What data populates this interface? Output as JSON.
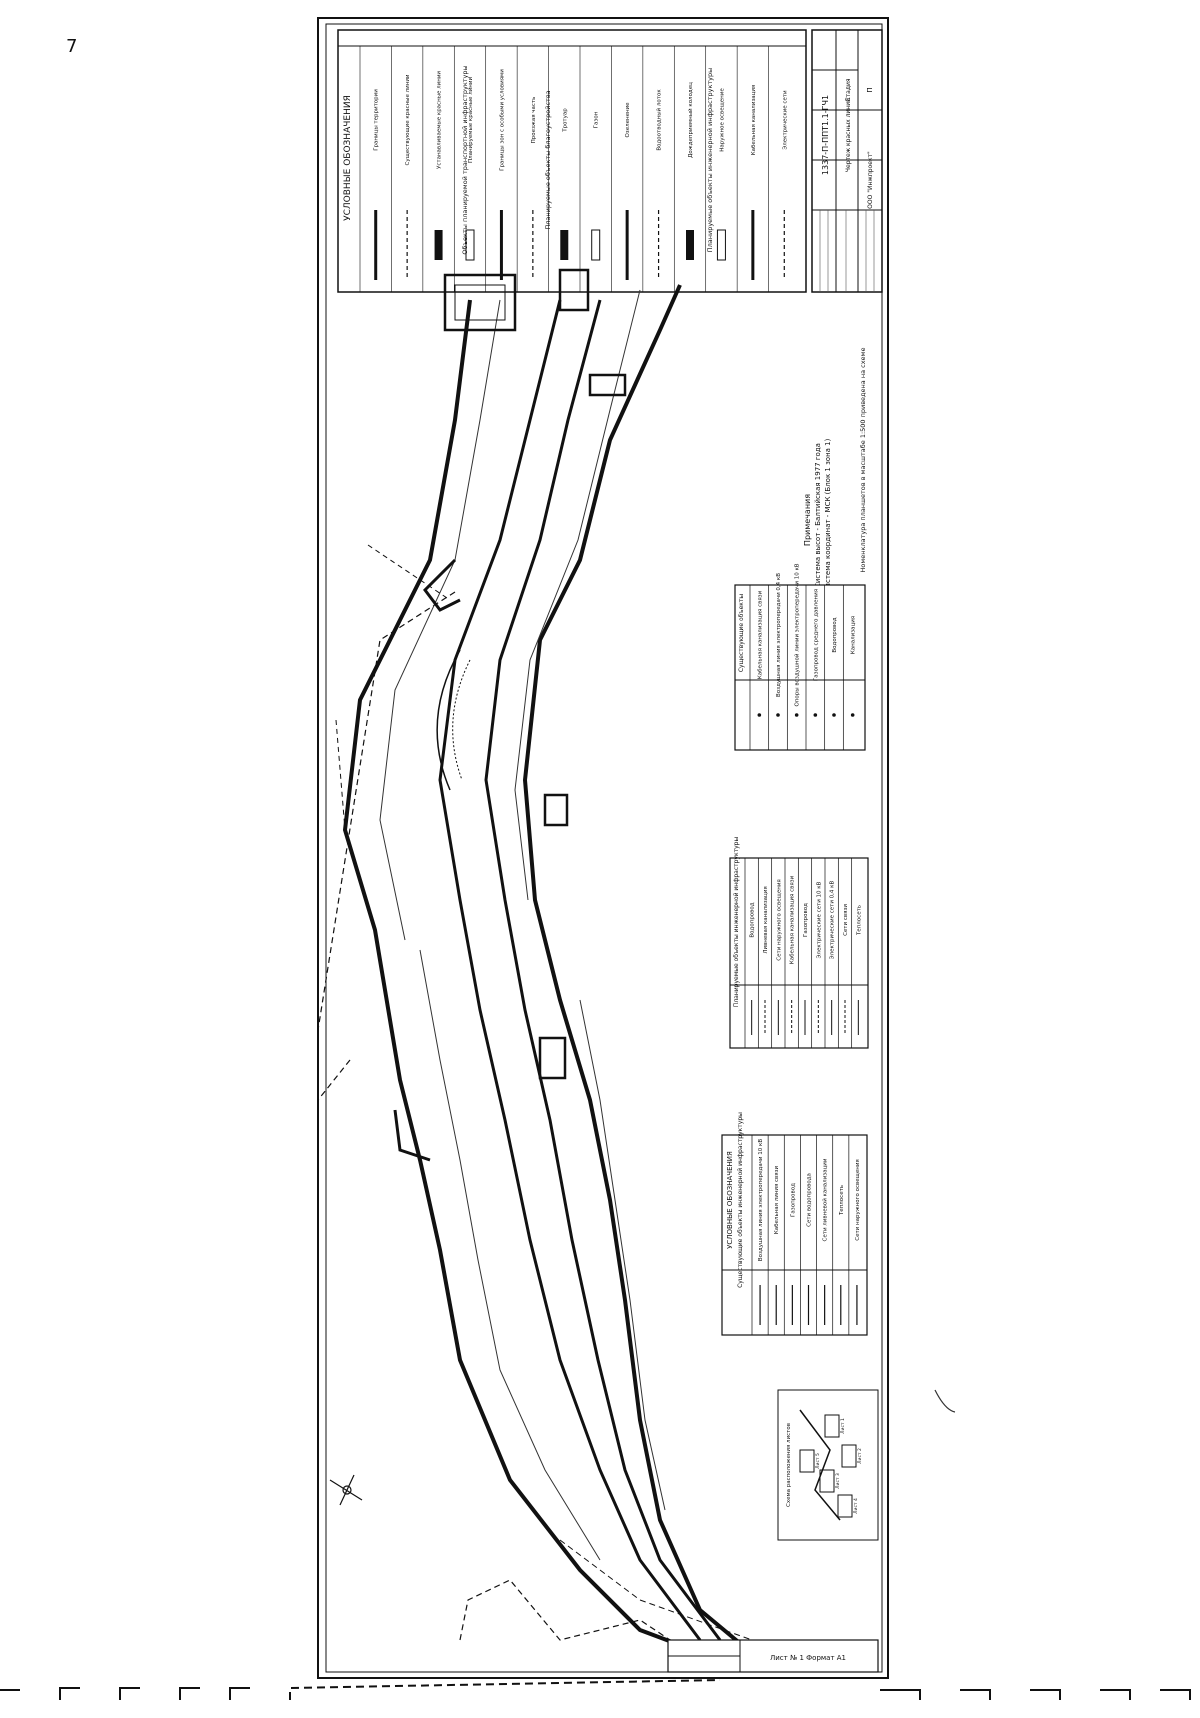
{
  "page": {
    "corner_mark": "7"
  },
  "legend_main": {
    "title": "УСЛОВНЫЕ ОБОЗНАЧЕНИЯ",
    "sections": [
      "Объекты планируемой транспортной инфраструктуры",
      "Планируемые объекты благоустройства",
      "Планируемые объекты инженерной инфраструктуры"
    ],
    "items": [
      "Границы территории",
      "Существующие красные линии",
      "Устанавливаемые красные линии",
      "Планируемые красные линии",
      "Границы зон с особыми условиями",
      "Проезжая часть",
      "Тротуар",
      "Газон",
      "Озеленение",
      "Водоотводный лоток",
      "Дождеприемный колодец",
      "Наружное освещение",
      "Кабельная канализация",
      "Электрические сети"
    ]
  },
  "stamp": {
    "code": "1337-П-ППТ1.1-ГЧ1",
    "sheet_label": "Стадия",
    "sheet_no": "П",
    "title": "Чертеж красных линий",
    "org": "ООО \"Инжпроект\""
  },
  "notes": {
    "heading": "Примечания",
    "lines": [
      "1. Система высот - Балтийская 1977 года",
      "2. Система координат - МСК (Блок 1 зона 1)"
    ],
    "footer": "Номенклатура планшетов в масштабе 1:500 приведена на схеме"
  },
  "legend_existing": {
    "title": "Существующие объекты",
    "rows": [
      "Кабельная канализация связи",
      "Воздушная линия электропередачи 0,4 кВ",
      "Опоры воздушной линии электропередачи 10 кВ",
      "Газопровод среднего давления",
      "Водопровод",
      "Канализация"
    ]
  },
  "legend_planned": {
    "title": "Планируемые объекты инженерной инфраструктуры",
    "rows": [
      "Водопровод",
      "Ливневая канализация",
      "Сети наружного освещения",
      "Кабельная канализация связи",
      "Газопровод",
      "Электрические сети 10 кВ",
      "Электрические сети 0,4 кВ",
      "Сети связи",
      "Теплосеть"
    ]
  },
  "legend_reconstruct": {
    "title": "УСЛОВНЫЕ ОБОЗНАЧЕНИЯ",
    "subtitle": "Существующие объекты инженерной инфраструктуры",
    "rows": [
      "Воздушная линия электропередачи 10 кВ",
      "Кабельная линия связи",
      "Газопровод",
      "Сети водопровода",
      "Сети ливневой канализации",
      "Теплосеть",
      "Сети наружного освещения"
    ]
  },
  "keymap": {
    "caption": "Схема расположения листов",
    "sheets": [
      "Лист 1",
      "Лист 2",
      "Лист 3",
      "Лист 4",
      "Лист 5"
    ]
  },
  "bottom_stamp": {
    "text": "Лист № 1 Формат А1"
  },
  "colors": {
    "ink": "#111111",
    "paper": "#ffffff",
    "grid": "#555555"
  }
}
